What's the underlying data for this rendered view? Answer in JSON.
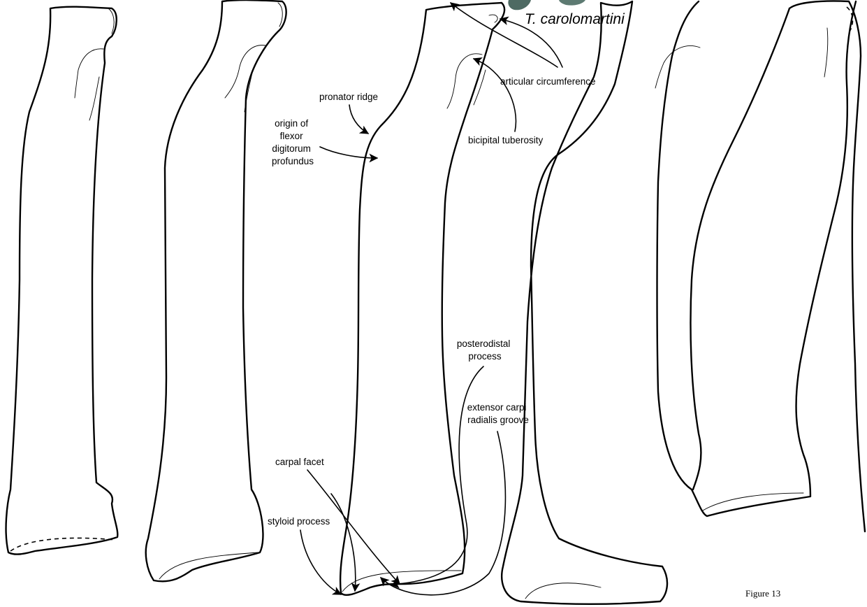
{
  "species_label": "T. carolomartini",
  "figure_number": "Figure 13",
  "labels": {
    "articular_circumference": "articular circumference",
    "pronator_ridge": "pronator ridge",
    "origin_of_flexor": [
      "origin of",
      "flexor",
      "digitorum",
      "profundus"
    ],
    "bicipital_tuberosity": "bicipital tuberosity",
    "posterodistal_process": [
      "posterodistal",
      "process"
    ],
    "extensor_carpi": [
      "extensor carpi",
      "radialis groove"
    ],
    "carpal_facet": "carpal facet",
    "styloid_process": "styloid process"
  },
  "colors": {
    "line": "#000000",
    "background": "#ffffff",
    "specimen_photo": "#4e6a63"
  }
}
